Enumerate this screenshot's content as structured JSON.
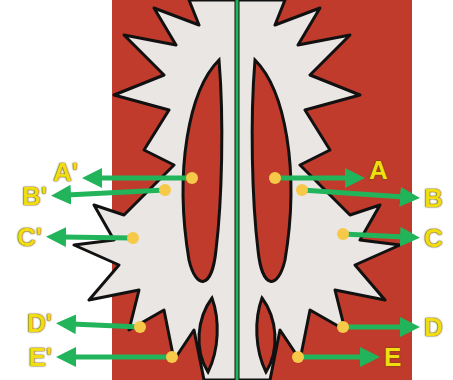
{
  "diagram": {
    "labels": [
      "A'",
      "A",
      "B'",
      "B",
      "C'",
      "C",
      "D'",
      "D",
      "E'",
      "E"
    ]
  }
}
